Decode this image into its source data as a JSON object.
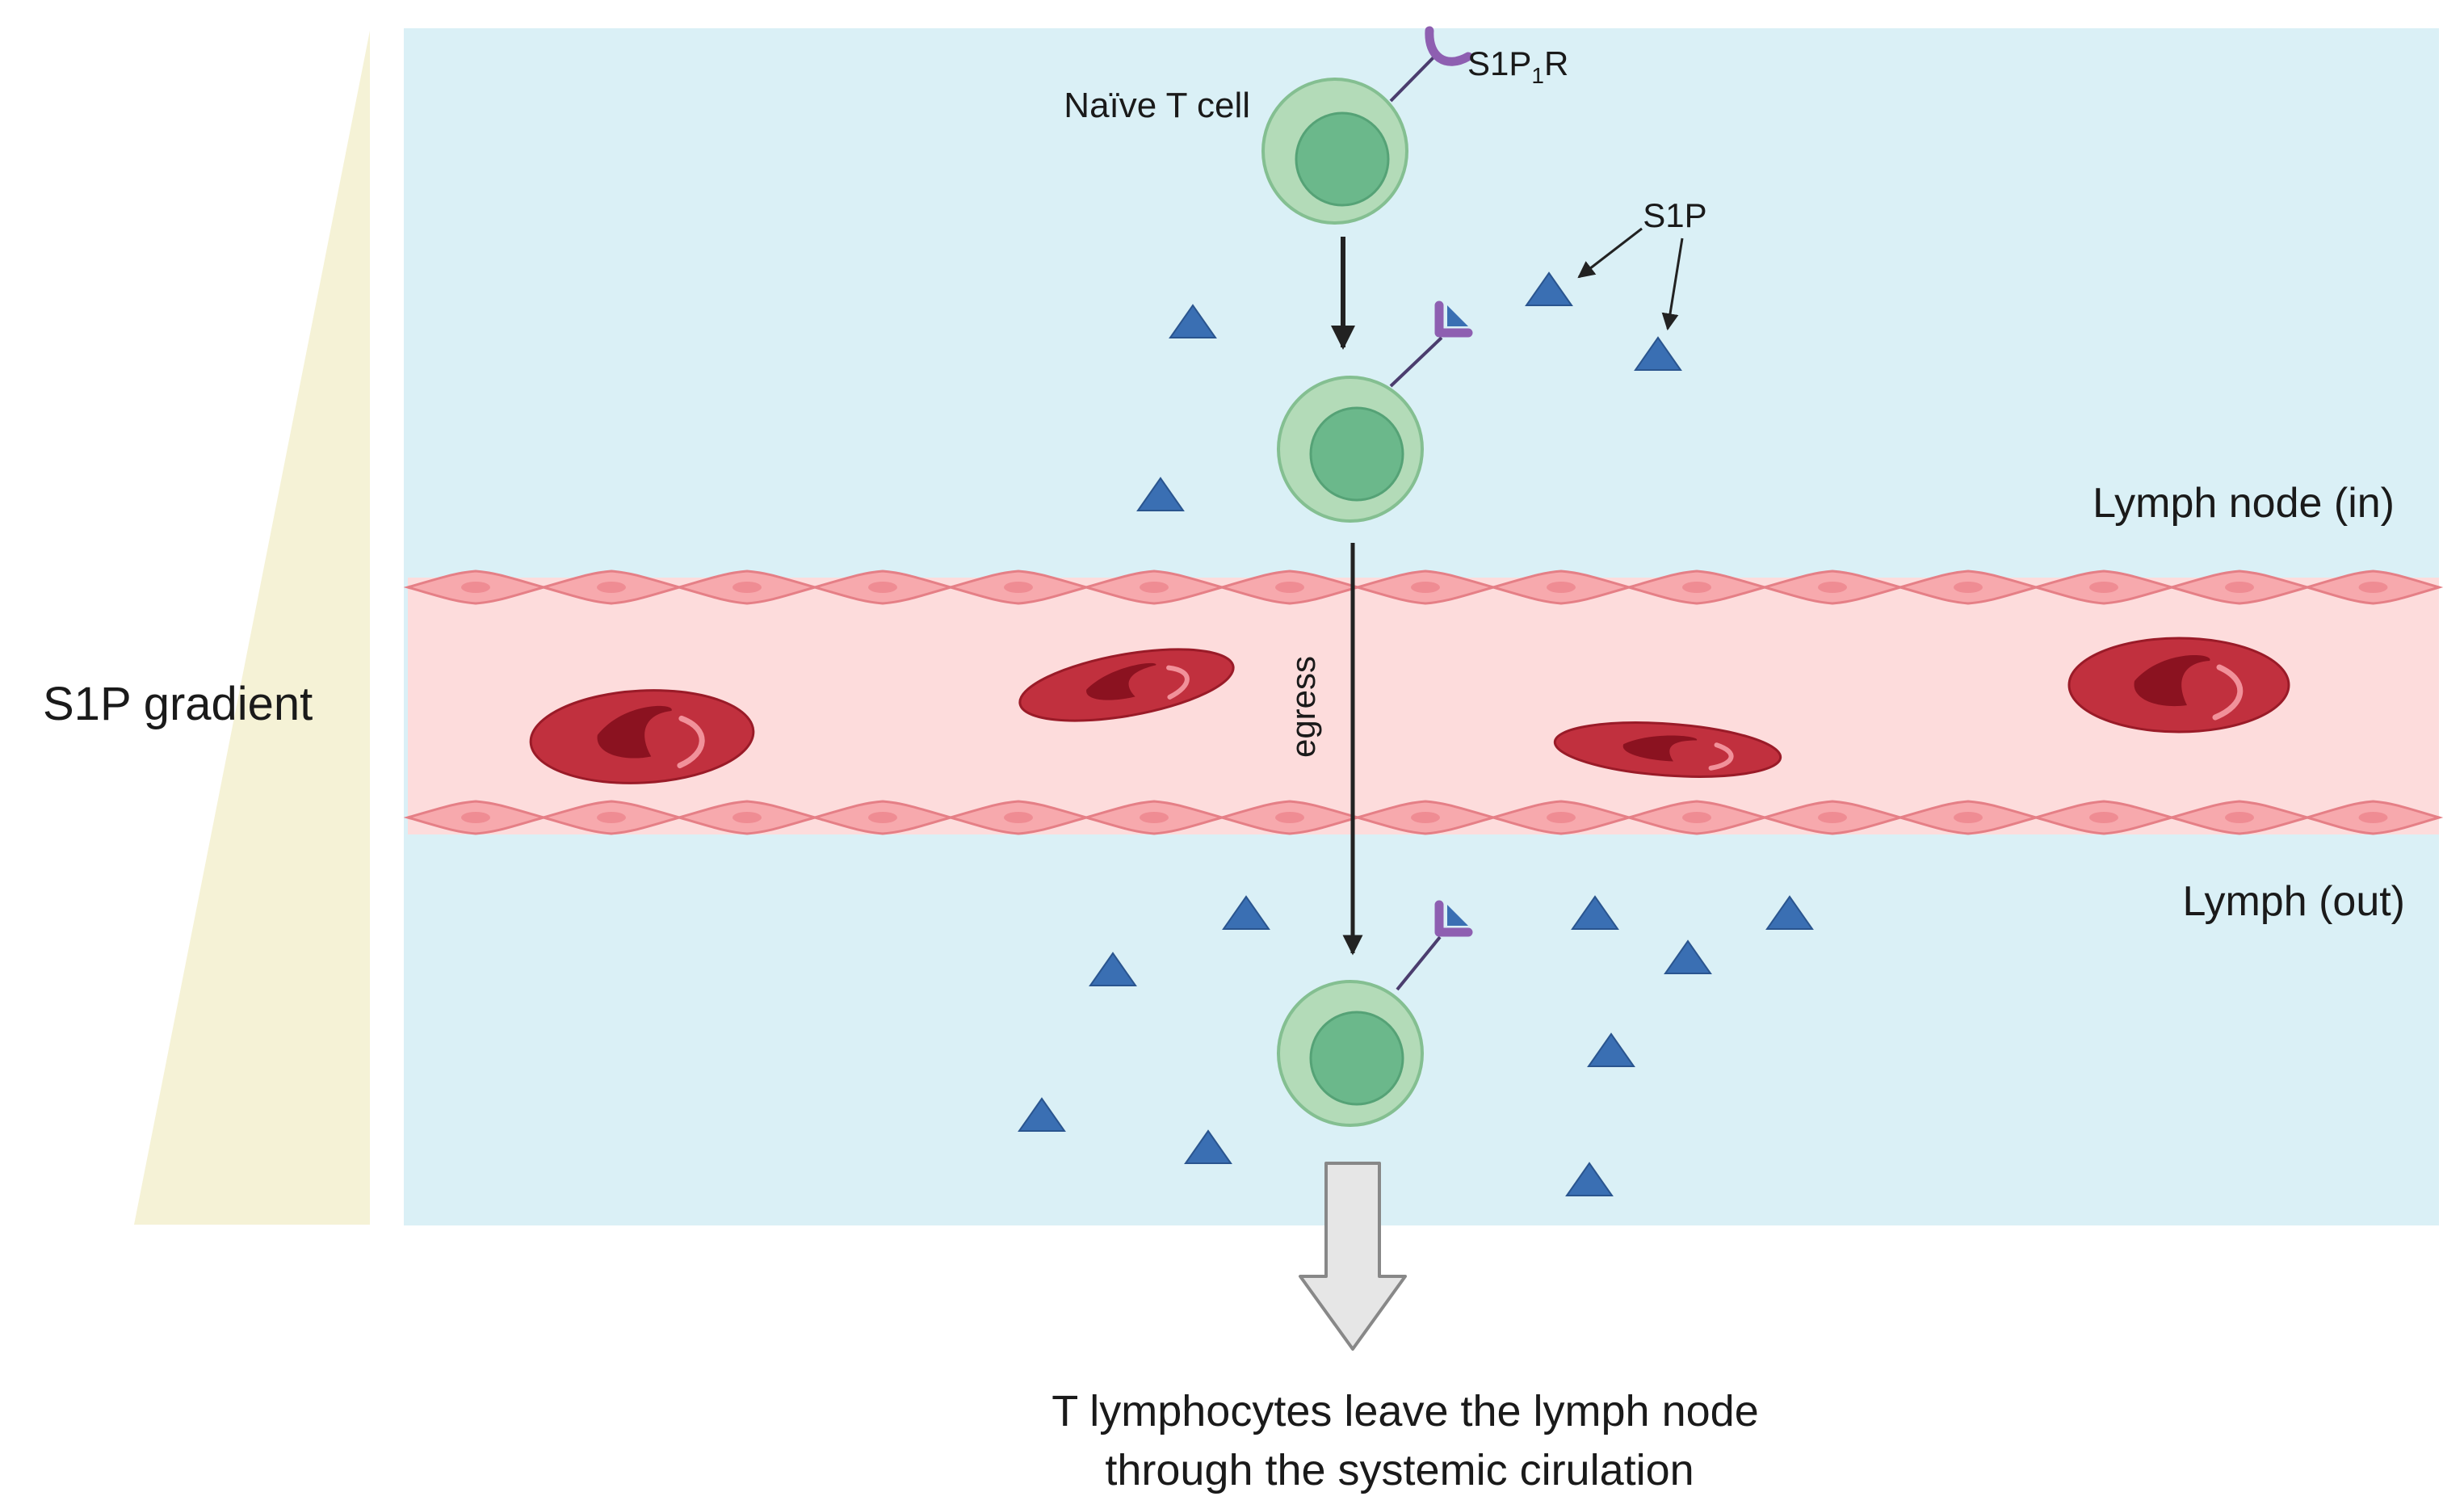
{
  "labels": {
    "naive_t_cell": "Naïve T cell",
    "receptor_main": "S1P",
    "receptor_sub": "1",
    "receptor_end": "R",
    "s1p": "S1P",
    "lymph_node_in": "Lymph node (in)",
    "lymph_out": "Lymph (out)",
    "egress": "egress",
    "gradient": "S1P gradient",
    "caption_line1": "T lymphocytes leave the lymph node",
    "caption_line2": "through the systemic cirulation"
  },
  "colors": {
    "tissue": "#daf0f6",
    "gradient": "#f5f2d6",
    "vessel_lumen": "#fddcdc",
    "endothelium": "#f7a9ad",
    "endothelium_edge": "#e57f86",
    "rbc": "#c1303e",
    "rbc_dark": "#8b1220",
    "cell_outer": "#b3dbb8",
    "cell_inner": "#6bb88b",
    "receptor": "#8e5fb1",
    "s1p_triangle": "#3a6fb3",
    "arrow": "#222222",
    "big_arrow_fill": "#e6e6e6",
    "big_arrow_stroke": "#888888"
  }
}
